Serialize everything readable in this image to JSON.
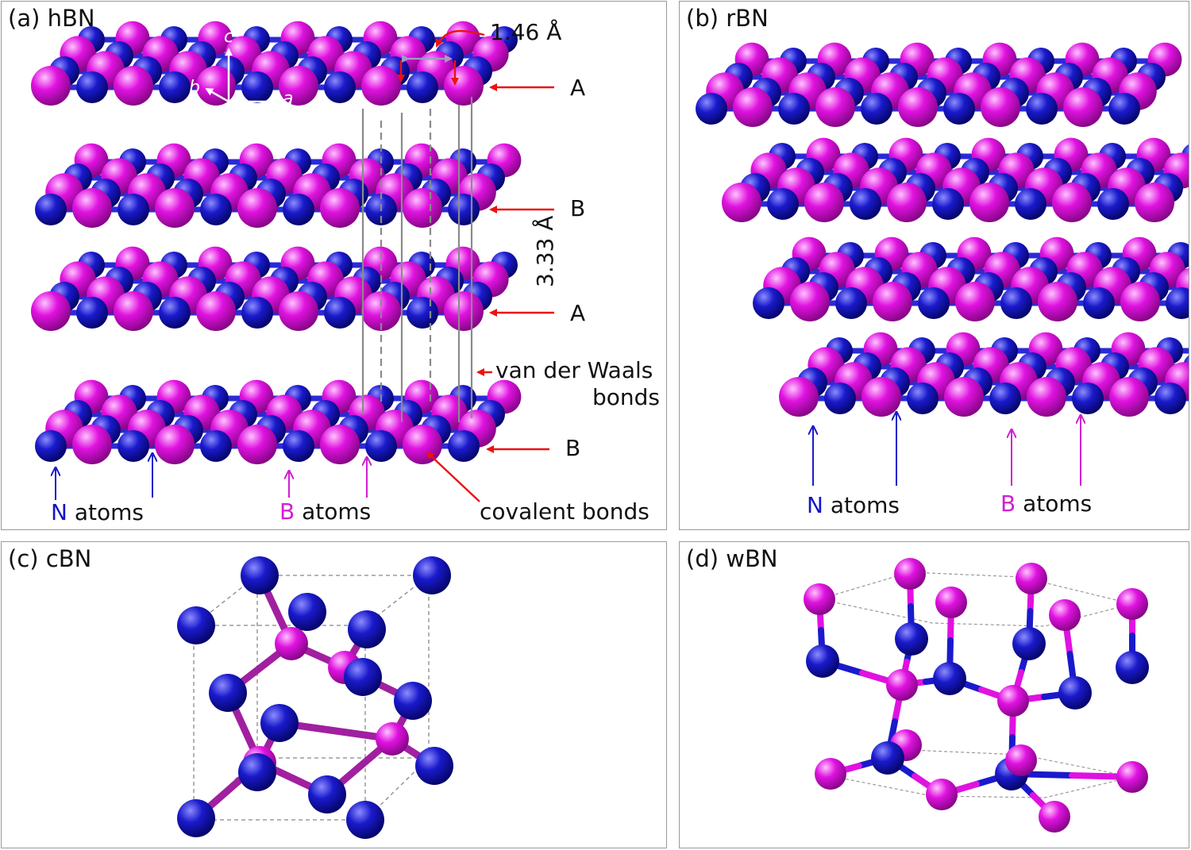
{
  "panels": {
    "a": {
      "title": "(a) hBN",
      "axes": {
        "c": "c",
        "b": "b",
        "a": "a"
      },
      "bond_length": "1.46 Å",
      "interlayer": "3.33 Å",
      "stacking": [
        "A",
        "B",
        "A",
        "B"
      ],
      "vdw_line1": "van der Waals",
      "vdw_line2": "bonds",
      "covalent": "covalent bonds",
      "n_letter": "N",
      "b_letter": "B",
      "atoms_word": "atoms"
    },
    "b": {
      "title": "(b) rBN",
      "n_letter": "N",
      "b_letter": "B",
      "atoms_word": "atoms"
    },
    "c": {
      "title": "(c) cBN"
    },
    "d": {
      "title": "(d) wBN"
    }
  },
  "colors": {
    "nitrogen": "#1a1acc",
    "boron": "#e012e0",
    "bond": "#2a2ad8",
    "arrow_red": "#ee1111",
    "cell_line": "#888888",
    "vdw_line": "#8a8a8a",
    "panel_border": "#9a9a9a",
    "c_bond": "#a020a0"
  }
}
